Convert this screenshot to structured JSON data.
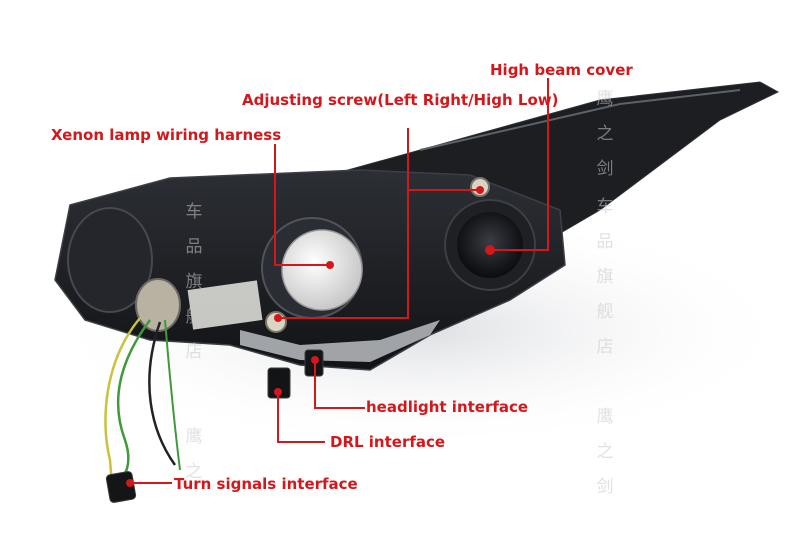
{
  "callouts": {
    "high_beam_cover": "High beam cover",
    "adjusting_screw": "Adjusting screw(Left Right/High Low)",
    "xenon_harness": "Xenon lamp wiring harness",
    "headlight_interface": "headlight interface",
    "drl_interface": "DRL interface",
    "turn_signals_interface": "Turn signals interface"
  },
  "watermarks": {
    "left_column": "车品旗舰店",
    "left_bottom": "鹰之",
    "right_top": "鹰之剑",
    "right_column": "车品旗舰店",
    "right_bottom": "鹰之剑"
  },
  "colors": {
    "callout_red": "#d4171a",
    "housing_dark": "#1a1c20",
    "wire_green": "#3f9a3a",
    "wire_yellow": "#c9c23a"
  }
}
